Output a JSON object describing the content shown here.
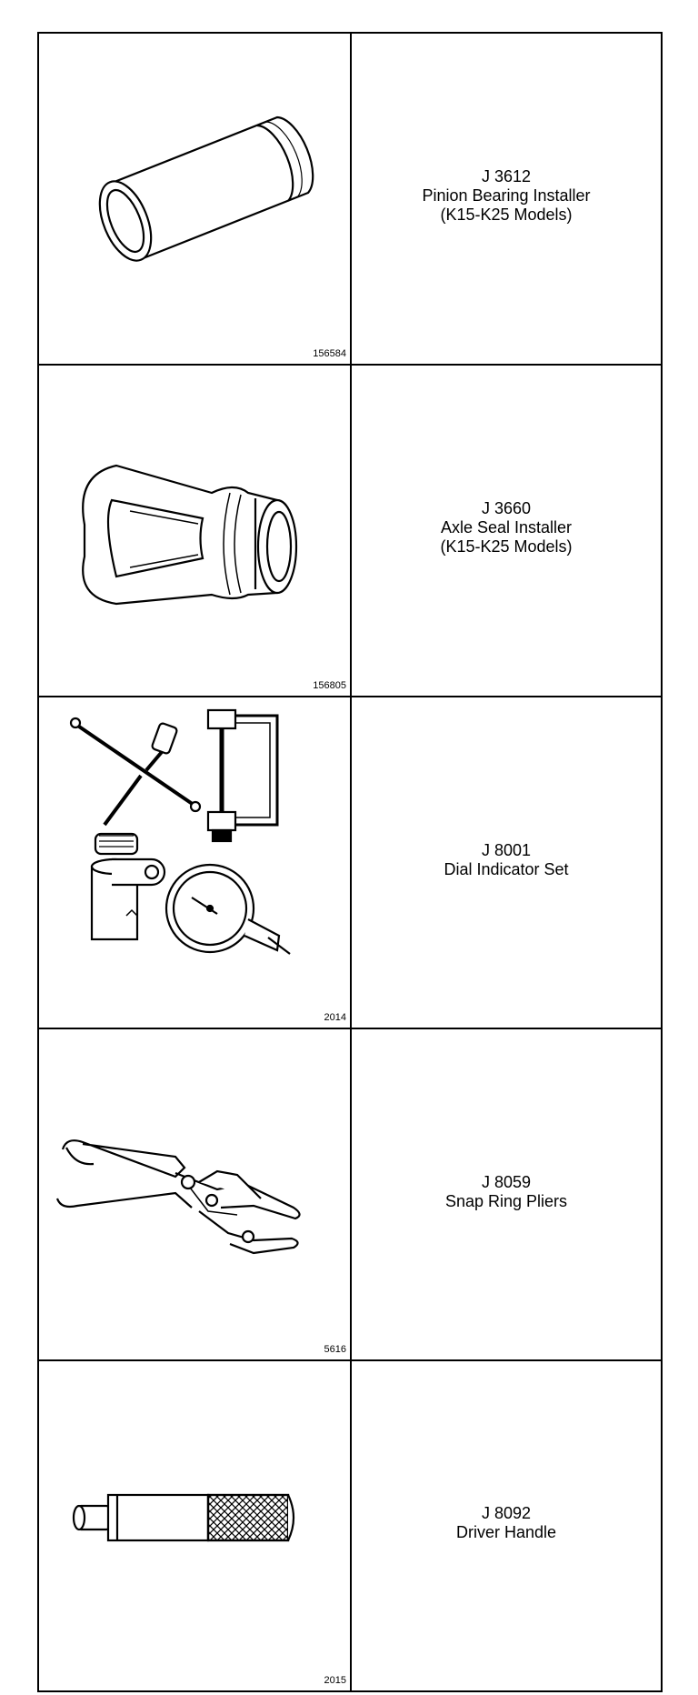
{
  "tools": [
    {
      "part_number": "J 3612",
      "name": "Pinion Bearing Installer",
      "models": "(K15-K25 Models)",
      "figure_number": "156584",
      "icon": "tube-icon"
    },
    {
      "part_number": "J 3660",
      "name": "Axle Seal Installer",
      "models": "(K15-K25 Models)",
      "figure_number": "156805",
      "icon": "seal-installer-icon"
    },
    {
      "part_number": "J 8001",
      "name": "Dial Indicator Set",
      "models": "",
      "figure_number": "2014",
      "icon": "dial-indicator-set-icon"
    },
    {
      "part_number": "J 8059",
      "name": "Snap Ring Pliers",
      "models": "",
      "figure_number": "5616",
      "icon": "snap-ring-pliers-icon"
    },
    {
      "part_number": "J 8092",
      "name": "Driver Handle",
      "models": "",
      "figure_number": "2015",
      "icon": "driver-handle-icon"
    }
  ]
}
